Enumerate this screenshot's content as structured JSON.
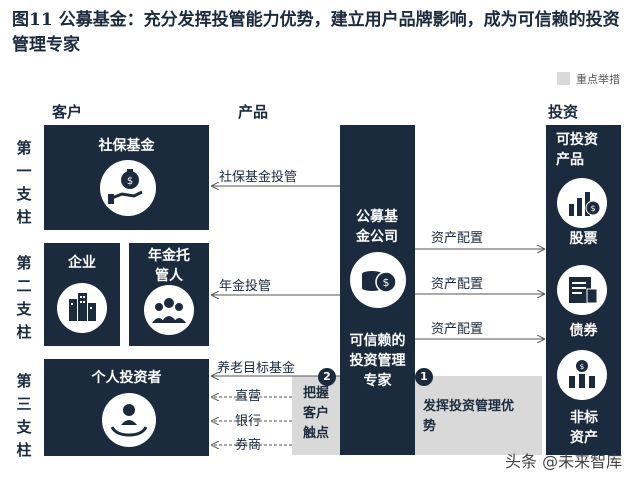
{
  "title": "图11 公募基金：充分发挥投管能力优势，建立用户品牌影响，成为可信赖的投资管理专家",
  "legend": "重点举措",
  "headers": {
    "client": "客户",
    "product": "产品",
    "investment": "投资"
  },
  "pillars": {
    "first": "第一支柱",
    "second": "第二支柱",
    "third": "第三支柱"
  },
  "boxes": {
    "social_security": "社保基金",
    "enterprise": "企业",
    "annuity_custodian": "年金托管人",
    "individual": "个人投资者",
    "fund_company": "公募基金公司",
    "trusted_expert": "可信赖的投资管理专家",
    "investable_products": "可投资产品",
    "stocks": "股票",
    "bonds": "债券",
    "non_standard": "非标资产"
  },
  "flows": {
    "social_custody": "社保基金投管",
    "annuity_custody": "年金投管",
    "pension_target": "养老目标基金",
    "direct": "直营",
    "bank": "银行",
    "broker": "券商",
    "asset_allocation_1": "资产配置",
    "asset_allocation_2": "资产配置",
    "asset_allocation_3": "资产配置"
  },
  "initiatives": {
    "badge_1": "1",
    "badge_2": "2",
    "grasp_touchpoints": "把握客户触点",
    "leverage_management": "发挥投资管理优势"
  },
  "watermark": "头条 @未来智库",
  "colors": {
    "navy": "#1b2a3d",
    "gray": "#d9d9d9",
    "white": "#ffffff"
  }
}
